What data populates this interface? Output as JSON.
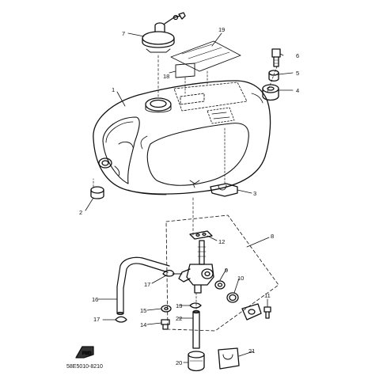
{
  "diagram": {
    "code": "58E5010-8210",
    "fwd_mark": "FWD",
    "callouts": [
      "1",
      "2",
      "3",
      "4",
      "5",
      "6",
      "7",
      "8",
      "9",
      "10",
      "11",
      "12",
      "13",
      "14",
      "15",
      "16",
      "17",
      "17",
      "18",
      "19",
      "20",
      "21",
      "22"
    ]
  }
}
